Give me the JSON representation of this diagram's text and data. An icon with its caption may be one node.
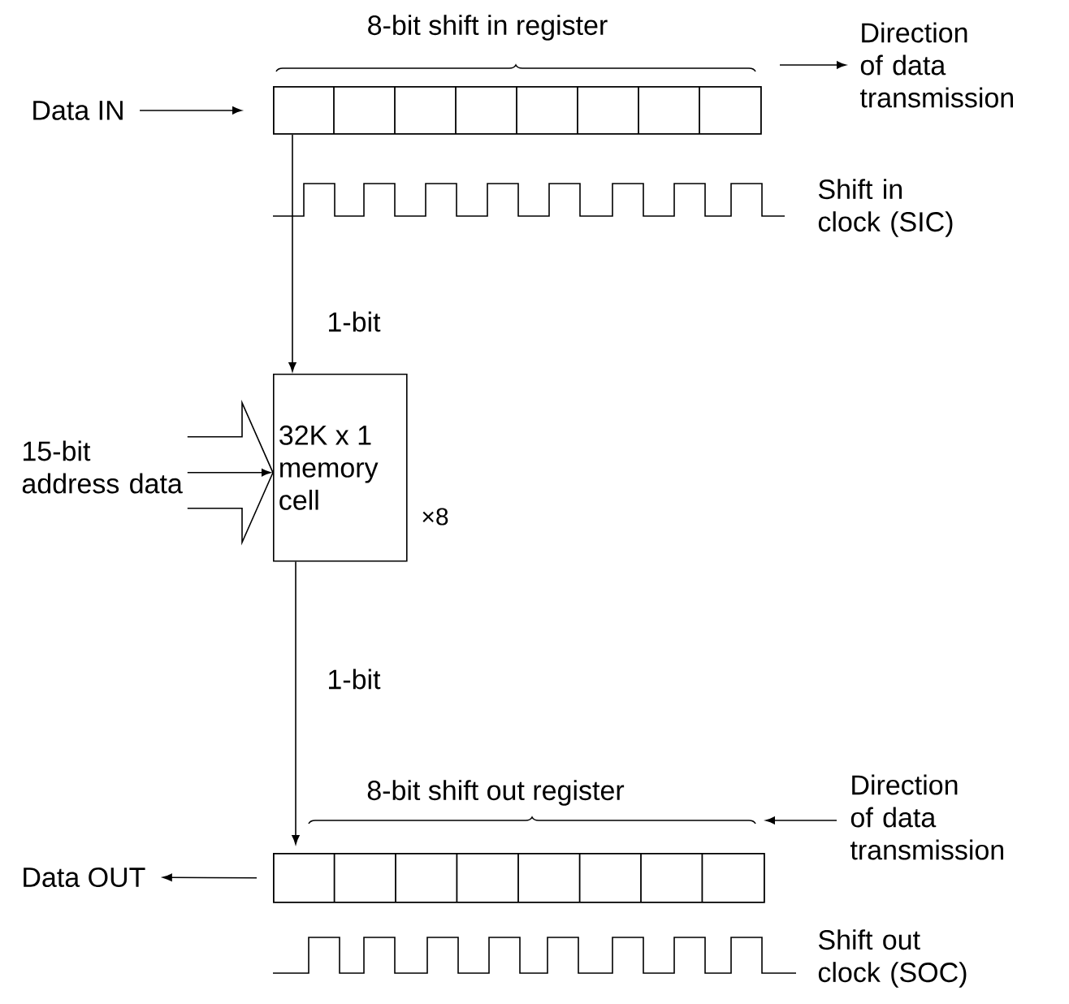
{
  "diagram": {
    "nodes": [
      {
        "text": [
          "Data IN"
        ]
      },
      {
        "text": [
          "8-bit shift in register"
        ]
      },
      {
        "text": [
          "15-bit address data"
        ]
      },
      {
        "text": [
          "32K x 1 memory cell"
        ],
        "beside": [
          "×8"
        ]
      },
      {
        "text": [
          "8-bit shift out register"
        ]
      },
      {
        "text": [
          "Data OUT"
        ]
      }
    ],
    "edges": [
      {
        "from": 0,
        "to": 1,
        "arrow": "to"
      },
      {
        "from": 1,
        "to": 3,
        "arrow": "to",
        "label": "1-bit"
      },
      {
        "from": 2,
        "to": 3,
        "arrow": "to"
      },
      {
        "from": 3,
        "to": 4,
        "arrow": "to",
        "label": "1-bit"
      },
      {
        "from": 4,
        "to": 5,
        "arrow": "to"
      }
    ],
    "labels": [
      "Direction of data transmission",
      "Shift in clock (SIC)",
      "Direction of data transmission",
      "Shift out clock (SOC)"
    ]
  }
}
